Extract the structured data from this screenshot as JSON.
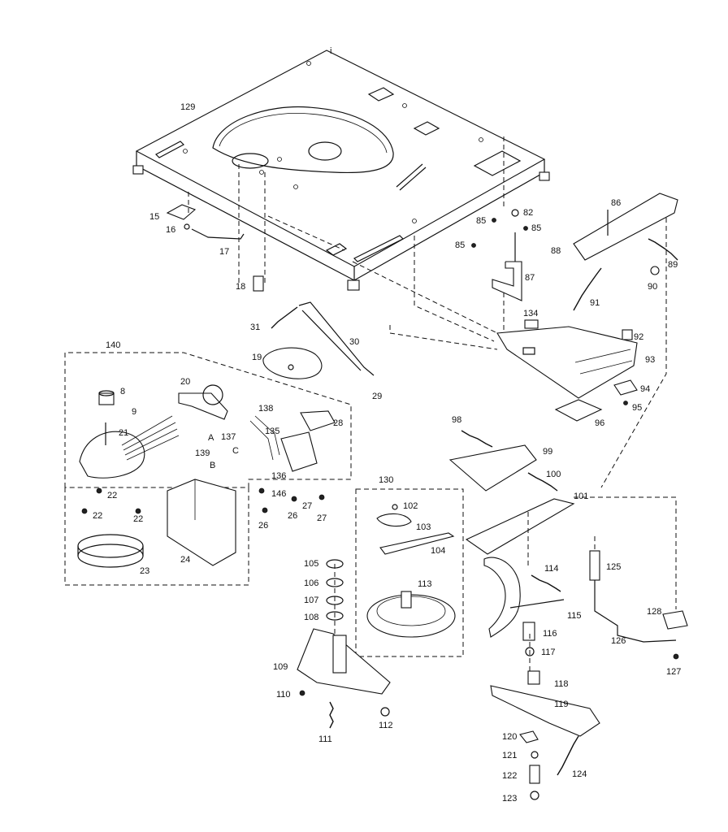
{
  "diagram": {
    "base_mark": "i",
    "part_numbers": [
      "129",
      "15",
      "16",
      "17",
      "18",
      "82",
      "85",
      "85",
      "85",
      "86",
      "88",
      "89",
      "90",
      "87",
      "91",
      "31",
      "30",
      "19",
      "29",
      "134",
      "92",
      "93",
      "94",
      "95",
      "96",
      "140",
      "8",
      "9",
      "20",
      "21",
      "138",
      "28",
      "135",
      "139",
      "137",
      "A",
      "C",
      "B",
      "136",
      "22",
      "22",
      "22",
      "146",
      "26",
      "27",
      "26",
      "27",
      "24",
      "23",
      "98",
      "99",
      "100",
      "101",
      "130",
      "102",
      "103",
      "104",
      "105",
      "106",
      "107",
      "108",
      "113",
      "114",
      "125",
      "115",
      "116",
      "117",
      "128",
      "126",
      "127",
      "109",
      "110",
      "111",
      "112",
      "118",
      "119",
      "120",
      "121",
      "122",
      "123",
      "124"
    ]
  }
}
